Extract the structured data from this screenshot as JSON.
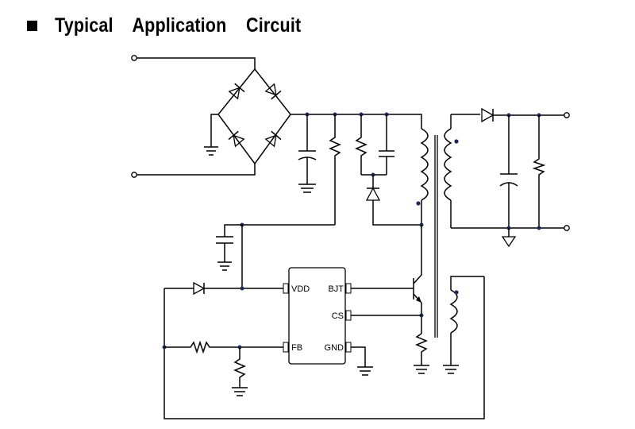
{
  "heading": {
    "title": "Typical    Application    Circuit",
    "bullet_icon": "black-square-bullet"
  },
  "ic": {
    "pins": {
      "vdd": "VDD",
      "bjt": "BJT",
      "cs": "CS",
      "fb": "FB",
      "gnd": "GND"
    }
  }
}
